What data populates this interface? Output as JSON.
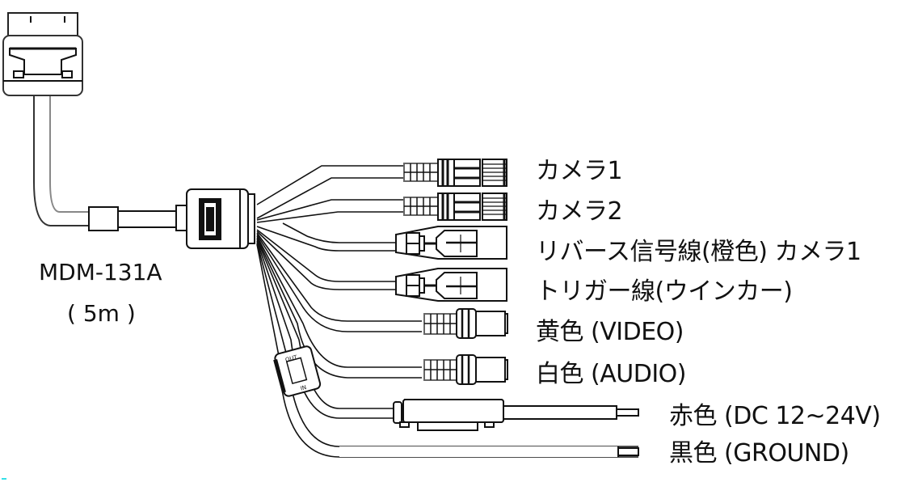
{
  "diagram": {
    "title": "MDM-131A wiring harness",
    "model": {
      "name": "MDM-131A",
      "length": "( 5m )"
    },
    "switch_box": {
      "out_label": "OUT",
      "in_label": "IN"
    },
    "connectors": [
      {
        "id": "camera1",
        "label": "カメラ1",
        "type": "camera-connector"
      },
      {
        "id": "camera2",
        "label": "カメラ2",
        "type": "camera-connector"
      },
      {
        "id": "reverse",
        "label": "リバース信号線(橙色) カメラ1",
        "type": "spade-terminal"
      },
      {
        "id": "trigger",
        "label": "トリガー線(ウインカー)",
        "type": "spade-terminal"
      },
      {
        "id": "video",
        "label": "黄色 (VIDEO)",
        "type": "rca-jack"
      },
      {
        "id": "audio",
        "label": "白色 (AUDIO)",
        "type": "rca-jack"
      },
      {
        "id": "power",
        "label": "赤色 (DC 12~24V)",
        "type": "fused-wire"
      },
      {
        "id": "ground",
        "label": "黒色 (GROUND)",
        "type": "bare-wire"
      }
    ],
    "colors": {
      "line": "#111111",
      "background": "#ffffff"
    }
  }
}
